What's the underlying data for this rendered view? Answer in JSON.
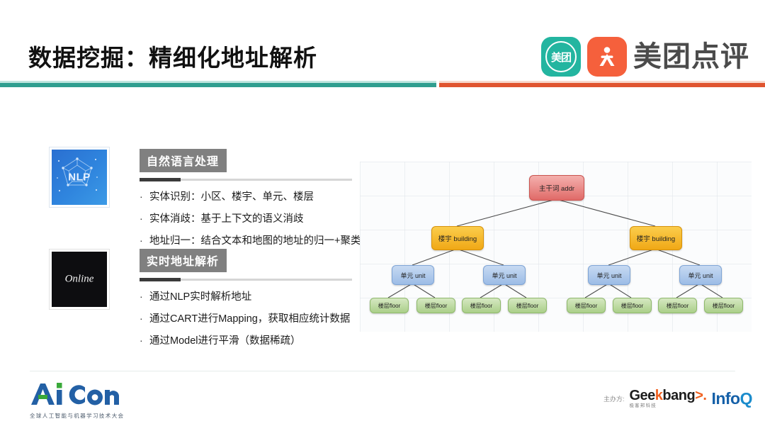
{
  "header": {
    "title": "数据挖掘：精细化地址解析",
    "accent_teal": "#2f9e8f",
    "accent_orange": "#e0542f"
  },
  "brand": {
    "tile_primary_text": "美团",
    "wordmark": "美团点评",
    "tile_teal_color": "#23b5a0",
    "tile_orange_color": "#f5603c",
    "person_icon": "person-icon"
  },
  "thumbnails": {
    "nlp": {
      "label": "NLP",
      "icon": "nlp-network-icon"
    },
    "online": {
      "label": "Online",
      "icon": "online-thumbnail-icon"
    }
  },
  "sections": [
    {
      "heading": "自然语言处理",
      "bullets": [
        "实体识别：小区、楼宇、单元、楼层",
        "实体消歧：基于上下文的语义消歧",
        "地址归一：结合文本和地图的地址的归一+聚类"
      ]
    },
    {
      "heading": "实时地址解析",
      "bullets": [
        "通过NLP实时解析地址",
        "通过CART进行Mapping，获取相应统计数据",
        "通过Model进行平滑（数据稀疏）"
      ]
    }
  ],
  "bullet_marker": "·",
  "tree": {
    "root": {
      "label": "主干词 addr",
      "color": "#e06a68"
    },
    "buildings": [
      {
        "label": "楼宇 building",
        "color": "#f0a816"
      },
      {
        "label": "楼宇 building",
        "color": "#f0a816"
      }
    ],
    "units": [
      {
        "label": "单元 unit",
        "color": "#9cbce6"
      },
      {
        "label": "单元 unit",
        "color": "#9cbce6"
      },
      {
        "label": "单元 unit",
        "color": "#9cbce6"
      },
      {
        "label": "单元 unit",
        "color": "#9cbce6"
      }
    ],
    "floors": [
      {
        "label": "楼层floor",
        "color": "#aacf89"
      },
      {
        "label": "楼层floor",
        "color": "#aacf89"
      },
      {
        "label": "楼层floor",
        "color": "#aacf89"
      },
      {
        "label": "楼层floor",
        "color": "#aacf89"
      },
      {
        "label": "楼层floor",
        "color": "#aacf89"
      },
      {
        "label": "楼层floor",
        "color": "#aacf89"
      },
      {
        "label": "楼层floor",
        "color": "#aacf89"
      },
      {
        "label": "楼层floor",
        "color": "#aacf89"
      }
    ]
  },
  "footer": {
    "conference": {
      "name": "AiCon",
      "tagline": "全球人工智能与机器学习技术大会"
    },
    "sponsor_label": "主办方:",
    "sponsors": [
      {
        "name_a": "Gee",
        "name_k": "k",
        "name_b": "bang",
        "name_gt": ">.",
        "sub": "极客邦科技"
      },
      {
        "name_a": "Info",
        "name_q": "Q"
      }
    ]
  }
}
